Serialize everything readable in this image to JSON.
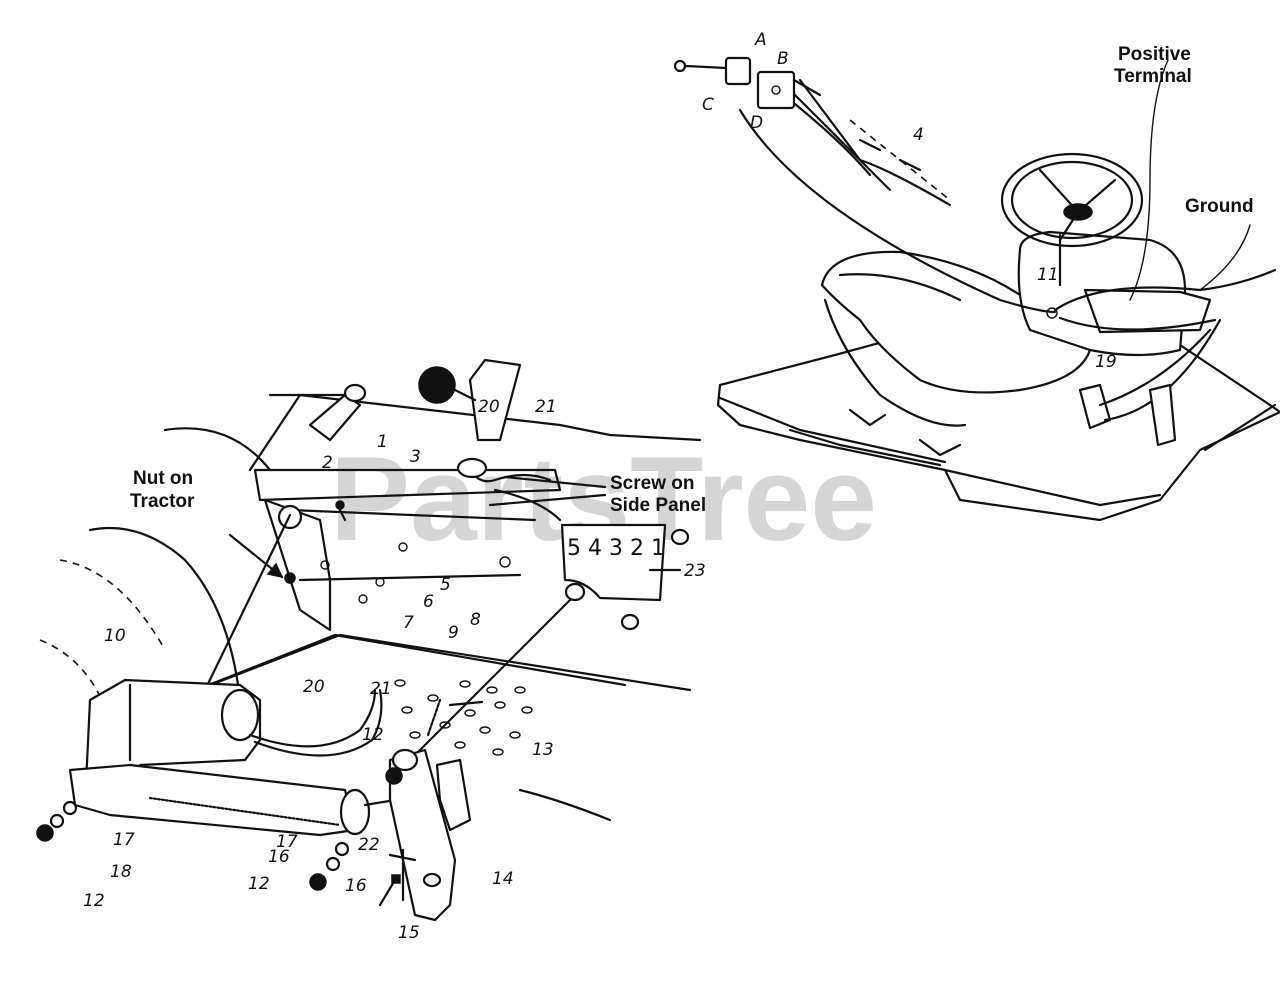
{
  "watermark": "PartsTree",
  "labels": {
    "positive_terminal_1": "Positive",
    "positive_terminal_2": "Terminal",
    "ground": "Ground",
    "nut_on_tractor_1": "Nut on",
    "nut_on_tractor_2": "Tractor",
    "screw_on_side_panel_1": "Screw on",
    "screw_on_side_panel_2": "Side Panel"
  },
  "switch_terminals": [
    "A",
    "B",
    "C",
    "D"
  ],
  "gear_plate": "5 4 3 2 1",
  "callouts": {
    "n1": "1",
    "n2": "2",
    "n3": "3",
    "n4": "4",
    "n5": "5",
    "n6": "6",
    "n7": "7",
    "n8": "8",
    "n9": "9",
    "n10": "10",
    "n11": "11",
    "n12a": "12",
    "n12b": "12",
    "n12c": "12",
    "n13": "13",
    "n14": "14",
    "n15": "15",
    "n16a": "16",
    "n16b": "16",
    "n17a": "17",
    "n17b": "17",
    "n18": "18",
    "n19": "19",
    "n20a": "20",
    "n20b": "20",
    "n21a": "21",
    "n21b": "21",
    "n22": "22",
    "n23": "23"
  }
}
